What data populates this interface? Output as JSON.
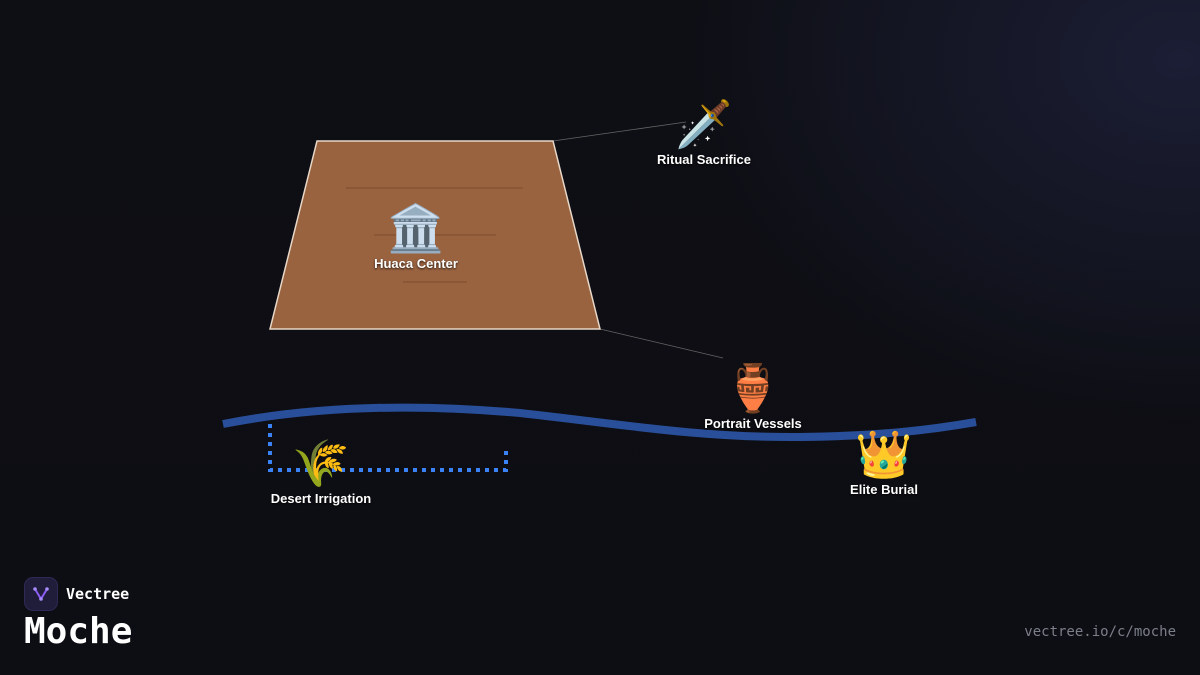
{
  "brand": {
    "name": "Vectree",
    "logo_icon": "vectree-logo-icon",
    "logo_color": "#8b5cf6"
  },
  "title": "Moche",
  "url": "vectree.io/c/moche",
  "colors": {
    "platform_fill": "#9a6340",
    "platform_stroke": "#e8d8c8",
    "river": "#2a4f9a",
    "canal": "#3b82f6",
    "connector": "#8a8a8a"
  },
  "nodes": {
    "huaca": {
      "icon": "classical-building-icon",
      "glyph": "🏛️",
      "label": "Huaca Center"
    },
    "ritual": {
      "icon": "dagger-icon",
      "glyph": "🗡️",
      "label": "Ritual Sacrifice"
    },
    "vessels": {
      "icon": "amphora-icon",
      "glyph": "🏺",
      "label": "Portrait Vessels"
    },
    "irrigation": {
      "icon": "sheaf-of-rice-icon",
      "glyph": "🌾",
      "label": "Desert Irrigation"
    },
    "burial": {
      "icon": "crown-icon",
      "glyph": "👑",
      "label": "Elite Burial"
    }
  }
}
